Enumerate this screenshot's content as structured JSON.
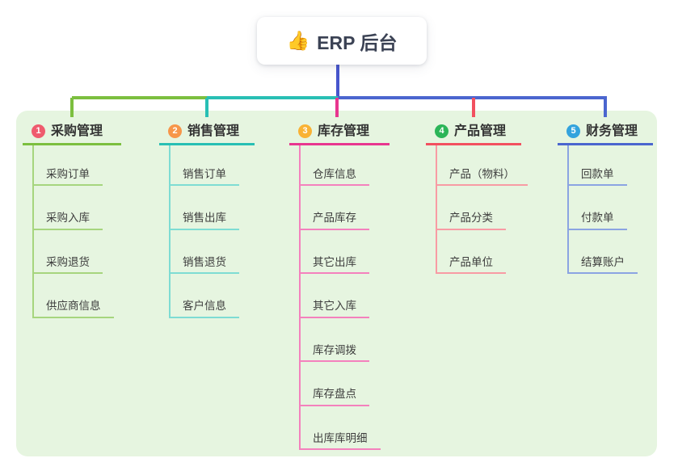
{
  "root": {
    "icon": "👍",
    "label": "ERP 后台"
  },
  "panel": {
    "bg_color": "#e6f5e0"
  },
  "connectors": {
    "root_line_color": "#4756cd"
  },
  "branches": [
    {
      "index": "1",
      "label": "采购管理",
      "badge_color": "#ef5b6e",
      "line_color": "#7cbf3f",
      "child_line_color": "#a6d57e",
      "children": [
        "采购订单",
        "采购入库",
        "采购退货",
        "供应商信息"
      ]
    },
    {
      "index": "2",
      "label": "销售管理",
      "badge_color": "#f7964a",
      "line_color": "#28bfb4",
      "child_line_color": "#7edcd3",
      "children": [
        "销售订单",
        "销售出库",
        "销售退货",
        "客户信息"
      ]
    },
    {
      "index": "3",
      "label": "库存管理",
      "badge_color": "#f9b234",
      "line_color": "#e8368f",
      "child_line_color": "#f481bd",
      "children": [
        "仓库信息",
        "产品库存",
        "其它出库",
        "其它入库",
        "库存调拨",
        "库存盘点",
        "出库库明细"
      ]
    },
    {
      "index": "4",
      "label": "产品管理",
      "badge_color": "#2cb558",
      "line_color": "#f2505f",
      "child_line_color": "#f89ba4",
      "children": [
        "产品（物料）",
        "产品分类",
        "产品单位"
      ]
    },
    {
      "index": "5",
      "label": "财务管理",
      "badge_color": "#33a3dd",
      "line_color": "#4b66cf",
      "child_line_color": "#8ba4e2",
      "children": [
        "回款单",
        "付款单",
        "结算账户"
      ]
    }
  ]
}
